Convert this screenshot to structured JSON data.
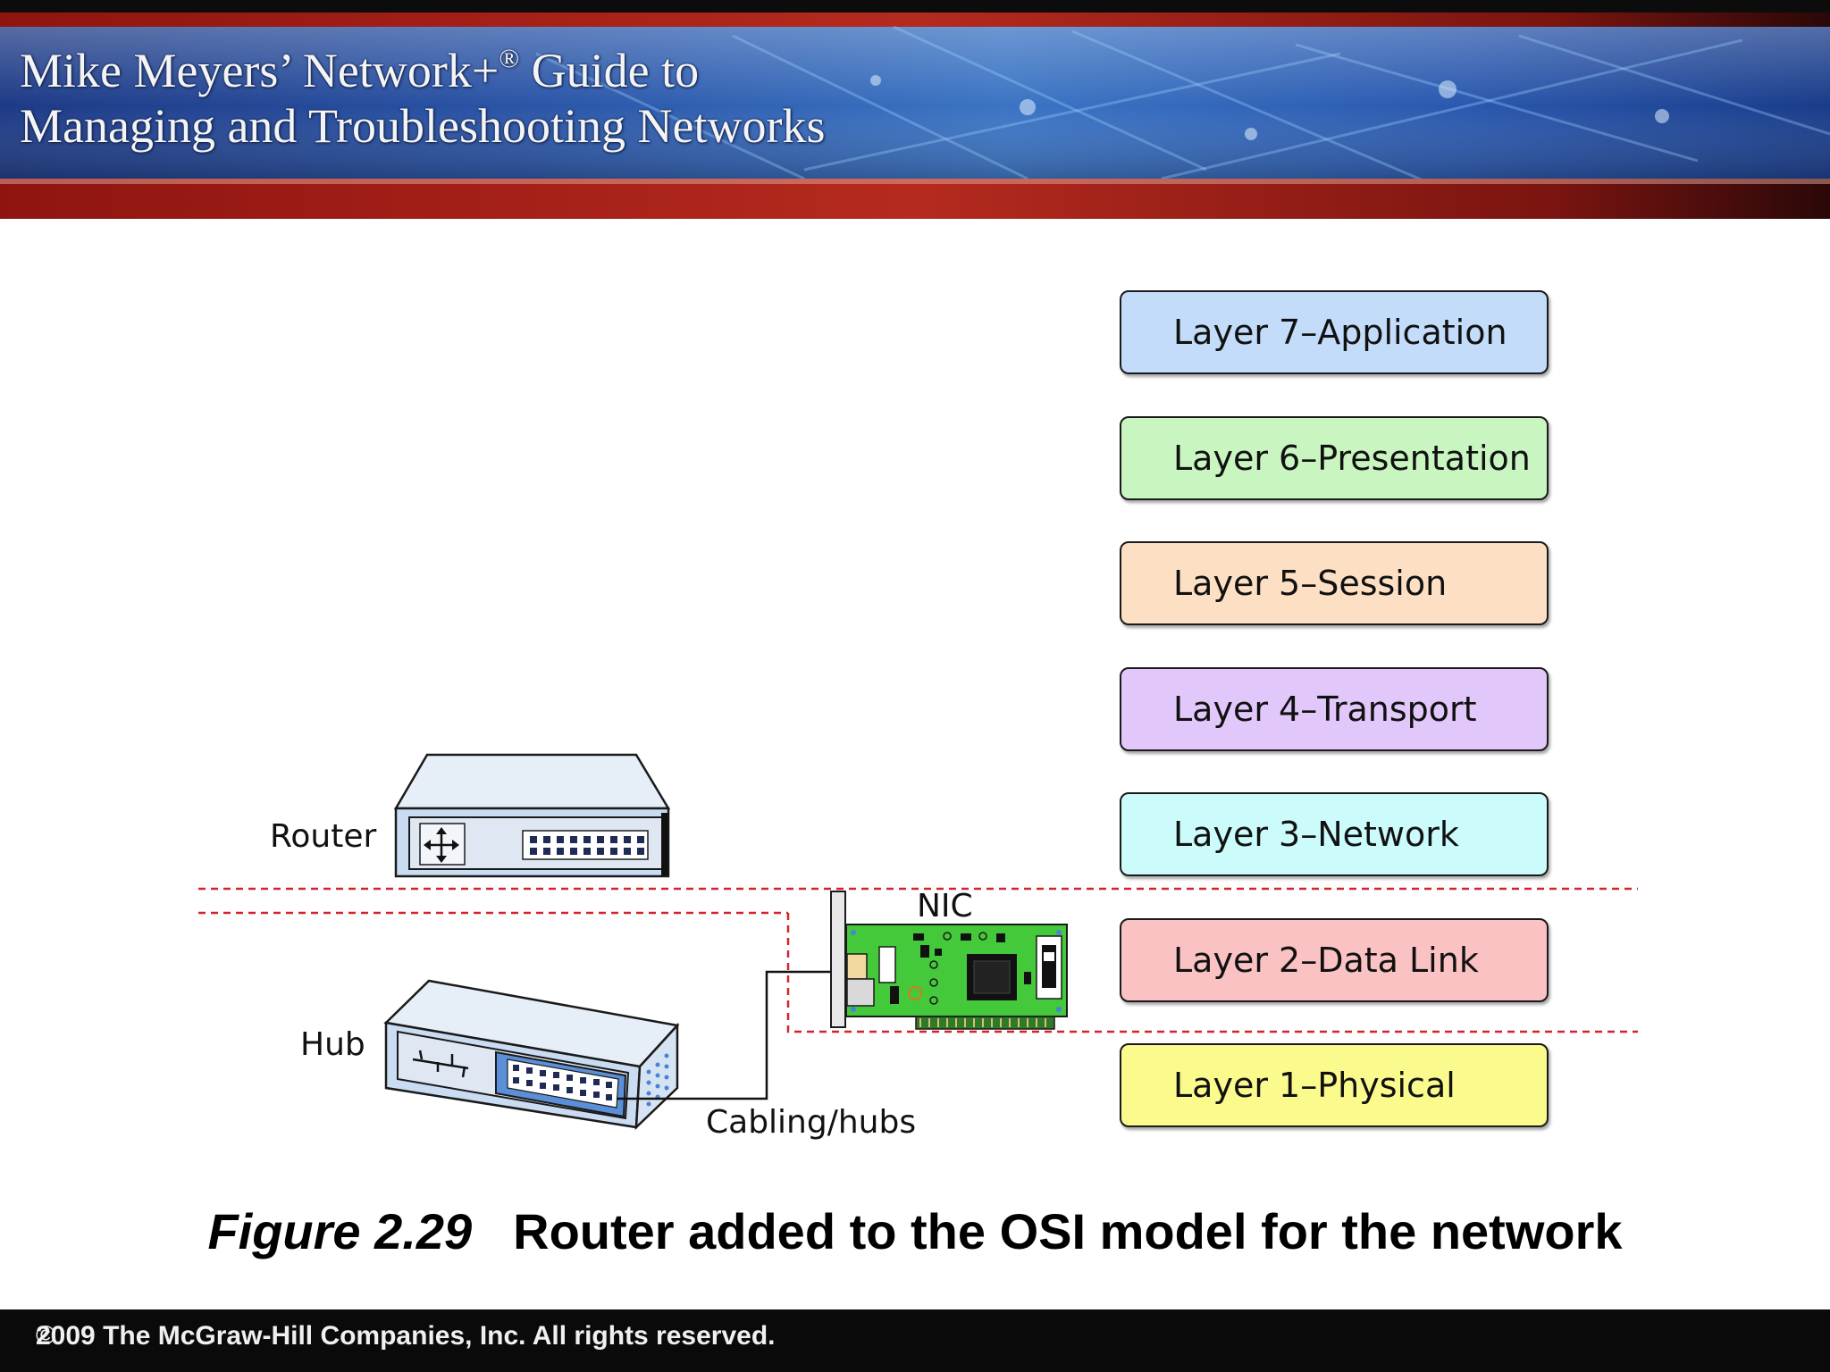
{
  "header": {
    "title_line1_pre": "Mike Meyers’ Network+",
    "title_line1_sup": "®",
    "title_line1_post": " Guide to",
    "title_line2": "Managing and Troubleshooting Networks"
  },
  "layers": [
    {
      "label": "Layer 7–Application",
      "color": "#c2dcfa"
    },
    {
      "label": "Layer 6–Presentation",
      "color": "#c9f6c0"
    },
    {
      "label": "Layer 5–Session",
      "color": "#fde0c4"
    },
    {
      "label": "Layer 4–Transport",
      "color": "#e2c8fa"
    },
    {
      "label": "Layer 3–Network",
      "color": "#cbfbfb"
    },
    {
      "label": "Layer 2–Data Link",
      "color": "#fbc2c4"
    },
    {
      "label": "Layer 1–Physical",
      "color": "#fbfa8c"
    }
  ],
  "devices": {
    "router": "Router",
    "hub": "Hub",
    "nic": "NIC",
    "cabling": "Cabling/hubs"
  },
  "caption": {
    "figure": "Figure 2.29",
    "text": "Router added to the OSI model for the network"
  },
  "footer": {
    "copyright_icon": "©",
    "text": "2009 The McGraw-Hill Companies, Inc. All rights reserved."
  },
  "colors": {
    "header_blue": "#2a4d9a",
    "header_red": "#a01a14",
    "divider_red": "#d4232b",
    "nic_green": "#43c93a",
    "device_blue": "#c9dcf2"
  }
}
